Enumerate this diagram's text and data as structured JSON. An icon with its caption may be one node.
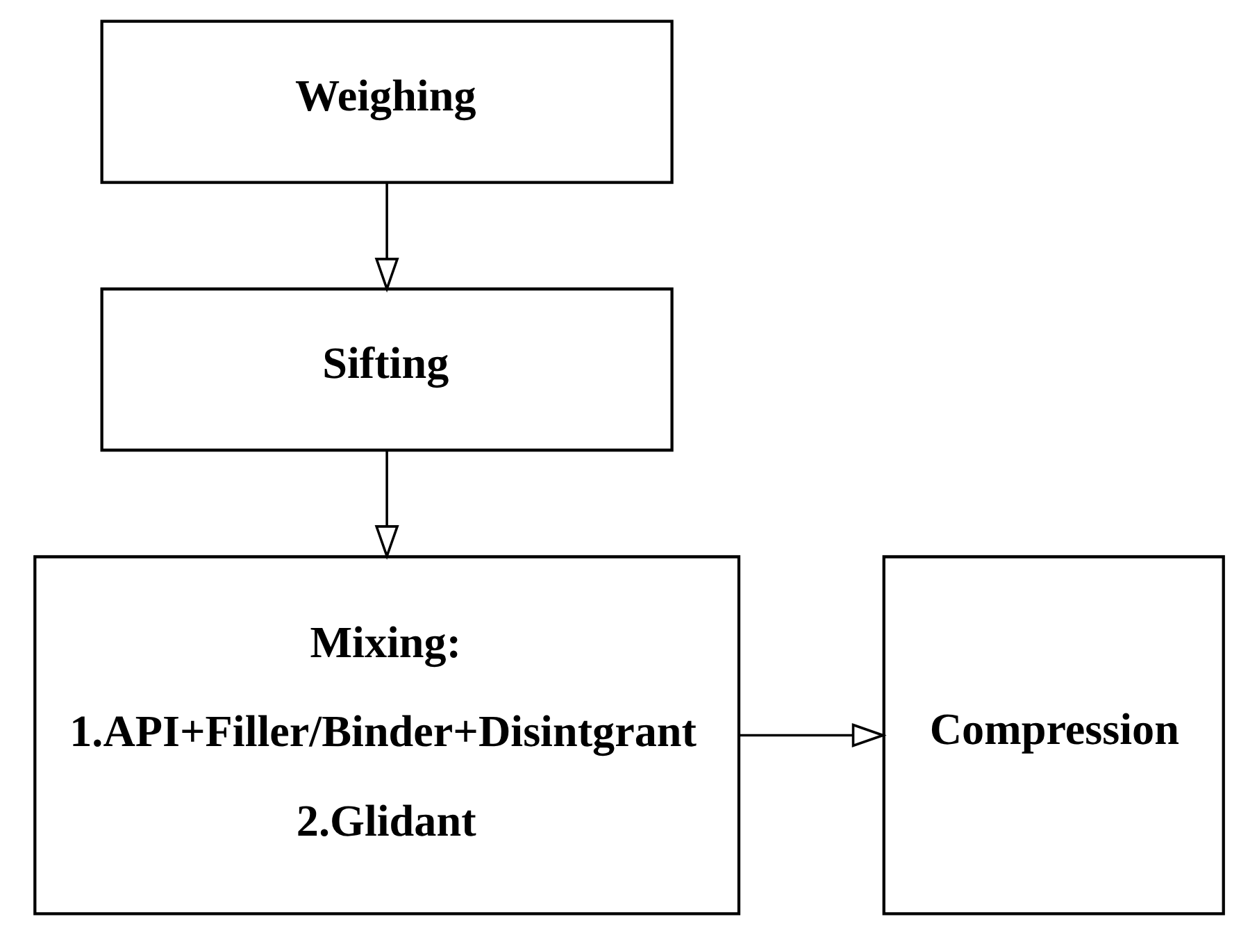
{
  "diagram": {
    "nodes": [
      {
        "text": [
          "Weighing"
        ]
      },
      {
        "text": [
          "Sifting"
        ]
      },
      {
        "text": [
          "Mixing:",
          "1.API+Filler/Binder+Disintgrant",
          "2.Glidant"
        ]
      },
      {
        "text": [
          "Compression"
        ]
      }
    ],
    "edges": [
      {
        "from": 0,
        "to": 1,
        "arrow": "to"
      },
      {
        "from": 1,
        "to": 2,
        "arrow": "to"
      },
      {
        "from": 2,
        "to": 3,
        "arrow": "to"
      }
    ]
  }
}
